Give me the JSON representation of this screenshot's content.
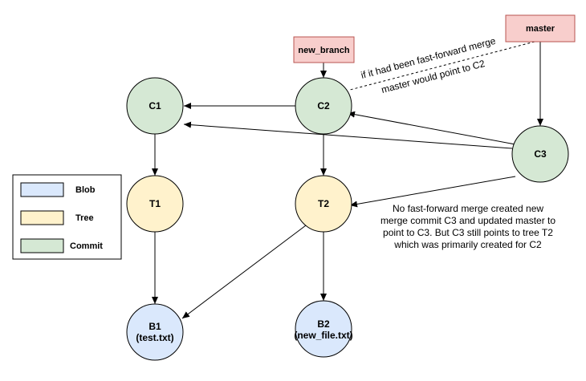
{
  "colors": {
    "blob": "#dae8fc",
    "tree": "#fff2cc",
    "commit": "#d5e8d4",
    "branch": "#f8cecc",
    "branch_border": "#b85450",
    "line": "#000000"
  },
  "branches": {
    "new_branch": "new_branch",
    "master": "master"
  },
  "nodes": {
    "c1": "C1",
    "c2": "C2",
    "c3": "C3",
    "t1": "T1",
    "t2": "T2",
    "b1": {
      "line1": "B1",
      "line2": "(test.txt)"
    },
    "b2": {
      "line1": "B2",
      "line2": "(new_file.txt)"
    }
  },
  "legend": {
    "blob": "Blob",
    "tree": "Tree",
    "commit": "Commit"
  },
  "annotations": {
    "ff_line1": "if it had been fast-forward merge",
    "ff_line2": "master would point to C2",
    "note": [
      "No fast-forward merge created new",
      "merge commit C3 and updated master to",
      "point to C3. But C3 still points to tree T2",
      "which was primarily created for C2"
    ]
  }
}
